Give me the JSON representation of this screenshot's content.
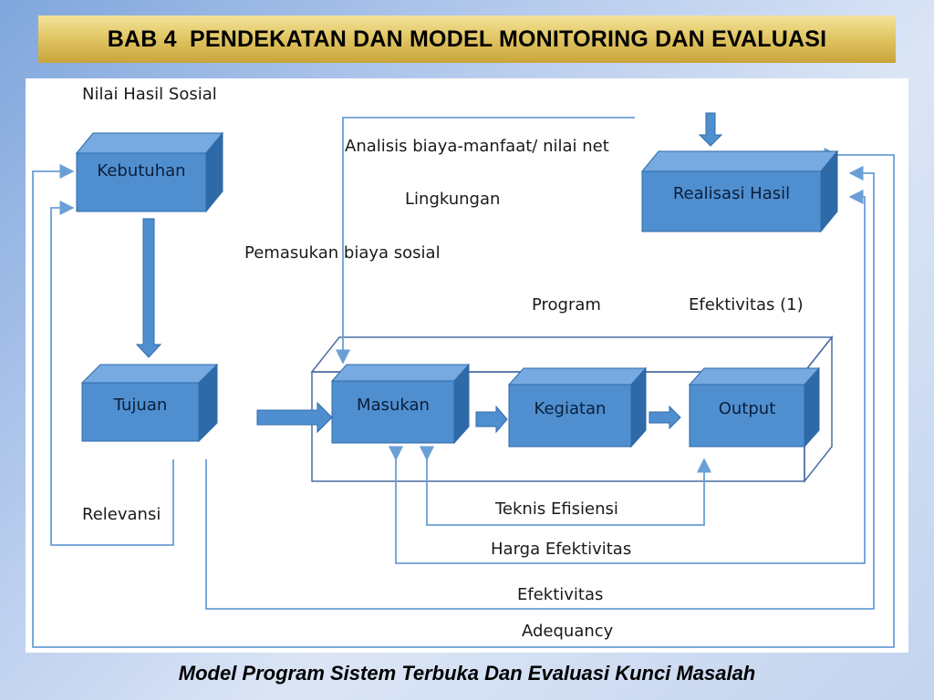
{
  "header": {
    "title": "BAB 4  PENDEKATAN DAN MODEL MONITORING DAN EVALUASI"
  },
  "diagram": {
    "boxes": {
      "kebutuhan": "Kebutuhan",
      "tujuan": "Tujuan",
      "masukan": "Masukan",
      "kegiatan": "Kegiatan",
      "output": "Output",
      "realisasi": "Realisasi Hasil"
    },
    "labels": {
      "nilai_hasil_sosial": "Nilai Hasil Sosial",
      "analisis": "Analisis biaya-manfaat/ nilai net",
      "lingkungan": "Lingkungan",
      "pemasukan": "Pemasukan biaya sosial",
      "program": "Program",
      "efektivitas_1": "Efektivitas (1)",
      "relevansi": "Relevansi",
      "teknis_efisiensi": "Teknis Efisiensi",
      "harga_efektivitas": "Harga Efektivitas",
      "efektivitas": "Efektivitas",
      "adequancy": "Adequancy"
    },
    "colors": {
      "box_front": "#4f8fd0",
      "box_top": "#76aae0",
      "box_side": "#2f6aa8",
      "line": "#6a9fd6"
    }
  },
  "caption": "Model Program Sistem Terbuka Dan Evaluasi Kunci Masalah"
}
